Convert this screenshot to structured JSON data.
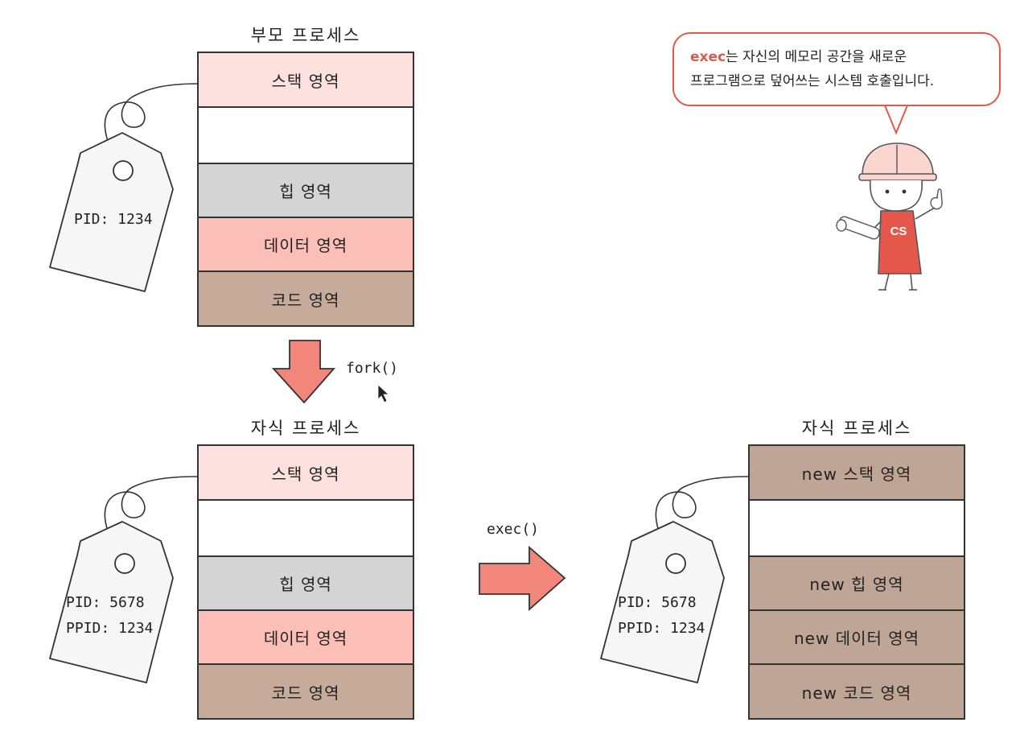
{
  "parent": {
    "title": "부모 프로세스",
    "tag": {
      "pid": "PID: 1234"
    },
    "segments": {
      "stack": "스택 영역",
      "heap": "힙 영역",
      "data": "데이터 영역",
      "code": "코드 영역"
    }
  },
  "fork_label": "fork()",
  "child": {
    "title": "자식 프로세스",
    "tag": {
      "pid": "PID: 5678",
      "ppid": "PPID: 1234"
    },
    "segments": {
      "stack": "스택 영역",
      "heap": "힙 영역",
      "data": "데이터 영역",
      "code": "코드 영역"
    }
  },
  "exec_label": "exec()",
  "exec_child": {
    "title": "자식 프로세스",
    "tag": {
      "pid": "PID: 5678",
      "ppid": "PPID: 1234"
    },
    "segments": {
      "stack": "new 스택 영역",
      "heap": "new 힙 영역",
      "data": "new 데이터 영역",
      "code": "new 코드 영역"
    }
  },
  "bubble": {
    "keyword": "exec",
    "line1_rest": "는 자신의 메모리 공간을 새로운",
    "line2": "프로그램으로 덮어쓰는 시스템 호출입니다."
  },
  "mascot": {
    "shirt_label": "CS"
  },
  "colors": {
    "stack": "#fde1de",
    "heap": "#d4d4d4",
    "data": "#fcbfb7",
    "code": "#c6ab9b",
    "new_segment": "#bfa596",
    "arrow_red": "#f2867a",
    "arrow_dark": "#555555",
    "accent": "#e4584b"
  }
}
